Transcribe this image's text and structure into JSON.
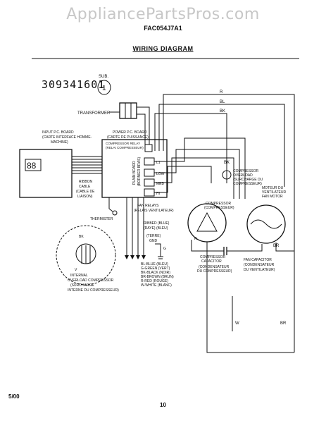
{
  "header": {
    "watermark": "AppliancePartsPros.com",
    "model": "FAC054J7A1",
    "title": "WIRING DIAGRAM"
  },
  "part_number": "309341601",
  "sub_label": "SUB.",
  "sub_number": "1",
  "wire_letters": {
    "r": "R",
    "bl": "BL",
    "bk": "BK",
    "bk2": "BK",
    "br": "BR",
    "bk3": "BK",
    "v": "V",
    "gnd": "G",
    "w": "W"
  },
  "labels": {
    "transformer": "TRANSFORMER",
    "power_board": [
      "POWER P.C. BOARD",
      "(CARTE DE PUISSANCE)"
    ],
    "input_board": [
      "INPUT P.C. BOARD",
      "(CARTE INTERFACE HOMME-",
      "MACHINE)"
    ],
    "compressor_relay": [
      "COMPRESSOR RELAY",
      "(RELAI COMPRESSEUR)"
    ],
    "ribbon_cable": [
      "RIBBON",
      "CABLE",
      "(CABLE DE",
      "LIAISON)"
    ],
    "plain_board": [
      "PLAIN BOARD",
      "(BORNIER BRAS)"
    ],
    "thermistor": "THERMISTER",
    "fan_relays": [
      "FAN RELAYS",
      "(RELAIS VENTILATEUR)"
    ],
    "overload": [
      "COMPRESSOR",
      "OVERLOAD",
      "(SURCHARGE DU",
      "COMPRESSEUR)"
    ],
    "compressor": [
      "COMPRESSOR",
      "(COMPRESSEUR)"
    ],
    "fan_motor": [
      "MOTEUR DU",
      "VENTILATEUR",
      "FAN MOTOR"
    ],
    "ribbed": [
      "RIBBED (BLUE)",
      "(RAYE)  (BLEU)"
    ],
    "terre": [
      "(TERRE)",
      "GND"
    ],
    "compressor_capacitor": [
      "COMPRESSOR",
      "CAPACITOR",
      "(CONDENSATEUR",
      "DU COMPRESSEUR)"
    ],
    "fan_capacitor": [
      "FAN CAPACITOR",
      "(CONDENSATEUR",
      "DU VENTILATEUR)"
    ],
    "internal_overload": [
      "INTERNAL",
      "OVERLOAD COMPRESSOR",
      "(SURCHARGE",
      "INTERNE DU COMPRESSEUR)"
    ],
    "wire_colors": [
      "BL-BLUE (BLEU)",
      "G-GREEN (VERT)",
      "BK-BLACK (NOIR)",
      "BR-BROWN (BRUN)",
      "R-RED (ROUGE)",
      "W-WHITE (BLANC)"
    ],
    "relay_taps": [
      "L1",
      "LOW",
      "MED",
      "HI"
    ]
  },
  "display_digits": "88",
  "footer": {
    "date": "5/00",
    "page": "10"
  }
}
